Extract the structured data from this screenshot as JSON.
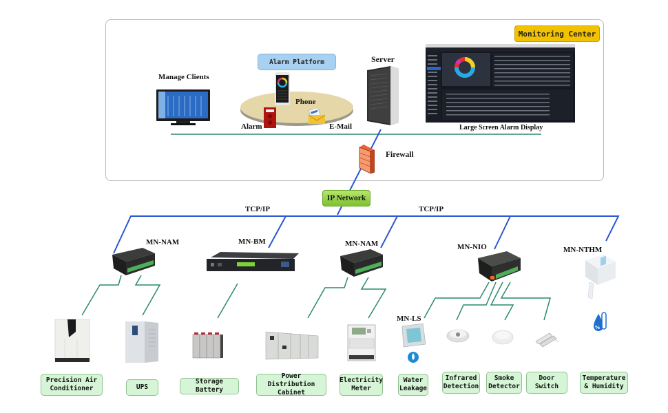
{
  "monitoring_center": {
    "badge": "Monitoring Center",
    "alarm_platform": "Alarm Platform",
    "manage_clients": "Manage Clients",
    "phone": "Phone",
    "alarm": "Alarm",
    "email": "E-Mail",
    "server": "Server",
    "large_screen": "Large Screen Alarm Display",
    "firewall": "Firewall"
  },
  "network": {
    "ip_network": "IP Network",
    "protocol_left": "TCP/IP",
    "protocol_right": "TCP/IP"
  },
  "controllers": [
    {
      "name": "MN-NAM"
    },
    {
      "name": "MN-BM"
    },
    {
      "name": "MN-NAM"
    },
    {
      "name": "MN-NIO"
    },
    {
      "name": "MN-NTHM"
    },
    {
      "name": "MN-LS"
    }
  ],
  "devices": [
    {
      "line1": "Precision Air",
      "line2": "Conditioner"
    },
    {
      "line1": "UPS",
      "line2": ""
    },
    {
      "line1": "Storage Battery",
      "line2": ""
    },
    {
      "line1": "Power Distribution",
      "line2": "Cabinet"
    },
    {
      "line1": "Electricity",
      "line2": "Meter"
    },
    {
      "line1": "Water",
      "line2": "Leakage"
    },
    {
      "line1": "Infrared",
      "line2": "Detection"
    },
    {
      "line1": "Smoke",
      "line2": "Detector"
    },
    {
      "line1": "Door",
      "line2": "Switch"
    },
    {
      "line1": "Temperature",
      "line2": "& Humidity"
    }
  ],
  "colors": {
    "network_line": "#2a56d6",
    "field_line": "#2a8a6a",
    "badge_yellow": "#f2c200",
    "badge_blue": "#a8d0f0",
    "badge_green": "#7cc22e",
    "label_green": "#d6f5d6"
  }
}
